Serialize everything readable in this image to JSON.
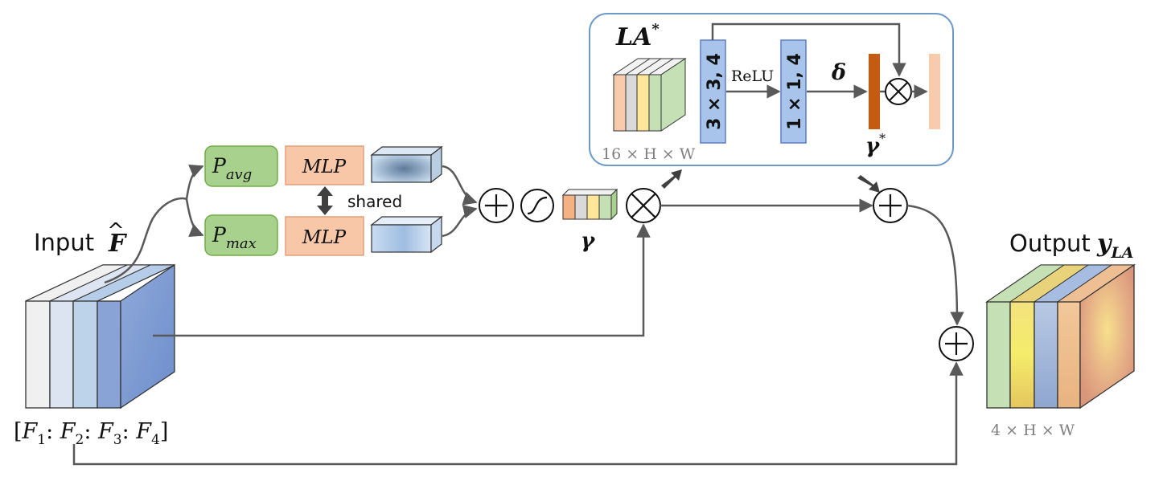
{
  "input": {
    "label": "Input",
    "symbol": "F",
    "hat": "^",
    "channels_label": [
      "[",
      "F",
      "1",
      ": ",
      "F",
      "2",
      ": ",
      "F",
      "3",
      ": ",
      "F",
      "4",
      "]"
    ]
  },
  "pooling": {
    "avg": {
      "base": "P",
      "sub": "avg"
    },
    "max": {
      "base": "P",
      "sub": "max"
    }
  },
  "mlp": {
    "label": "MLP",
    "shared_label": "shared"
  },
  "gamma": {
    "symbol": "γ"
  },
  "la_block": {
    "title": "LA",
    "star": "*",
    "dims_label": "16 × H × W",
    "conv1_label": "3 × 3, 4",
    "conv2_label": "1 × 1, 4",
    "relu_label": "ReLU",
    "delta_symbol": "δ",
    "gamma_star": "γ",
    "gamma_star_sup": "*"
  },
  "output": {
    "label": "Output",
    "symbol": "y",
    "sub": "LA",
    "dims_label": "4 × H × W"
  },
  "colors": {
    "mlp_fill": "#f7c7a8",
    "mlp_stroke": "#e2a07a",
    "pool_fill": "#a9d18e",
    "pool_stroke": "#70ad47",
    "conv_fill": "#a9c4eb",
    "conv_stroke": "#5b7fc7",
    "la_border": "#6d9ac7",
    "delta_bar": "#c55a11",
    "gamma_star_out": "#f8cbad",
    "arrow": "#595959",
    "dim_text": "#808080"
  }
}
